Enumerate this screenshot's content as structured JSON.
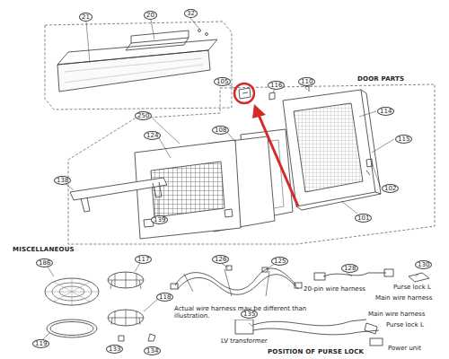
{
  "diagram": {
    "labels": [
      "21",
      "20",
      "32",
      "250",
      "DOOR PARTS",
      "105",
      "116",
      "110",
      "114",
      "115",
      "102",
      "101",
      "124",
      "108",
      "138",
      "139",
      "MISCELLANEOUS",
      "186",
      "117",
      "119",
      "118",
      "133",
      "134",
      "126",
      "125",
      "Actual wire harness may be different than illustration.",
      "128",
      "130",
      "20-pin wire harness",
      "Purse lock L",
      "Main wire harness",
      "LV transformer",
      "Main wire harness",
      "Purse lock L",
      "Power unit",
      "POSITION OF PURSE LOCK",
      "135"
    ]
  }
}
